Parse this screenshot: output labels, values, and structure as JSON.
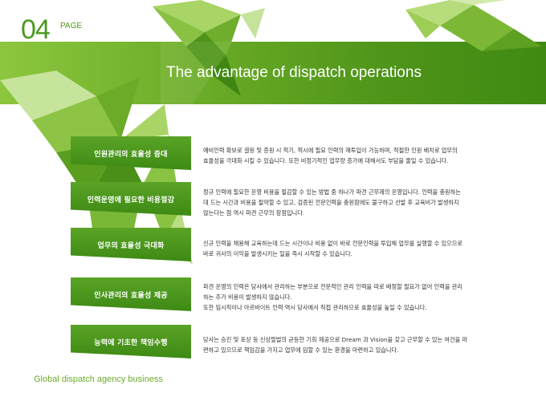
{
  "page_number": "04",
  "page_word": "PAGE",
  "title": "The advantage of dispatch operations",
  "footer": "Global dispatch agency business",
  "colors": {
    "accent": "#4b9a1e",
    "banner": "#5aa326",
    "footer": "#6aad28"
  },
  "rows": [
    {
      "label": "인원관리의 효율성 증대",
      "lines": [
        "예비인력 확보로 결원 및 증원 시 적기, 적시에 필요 인력의 재투입이 가능하며, 적절한 인원 배치로 업무의",
        "효율성을 극대화 시킬 수 있습니다. 또한 비정기적인 업무량 증가에 대해서도 부담을 줄일 수 있습니다."
      ]
    },
    {
      "label": "인력운영에 필요한 비용절감",
      "lines": [
        "정규 인력에 필요한 운영 비용을 절감할 수 있는 방법 중 하나가 파견 근무제의 운영입니다. 인력을 충원하는",
        "데 드는 시간과 비용을 절약할 수 있고, 검증된 전문인력을 충원함에도 불구하고 선발 후 교육비가 발생하지",
        "않는다는 점 역시 파견 근무의 장점입니다."
      ]
    },
    {
      "label": "업무의 효율성 극대화",
      "lines": [
        "신규 인력을 채용해 교육하는데 드는 시간이나 비용 없이 바로 전문인력을 투입해 업무를 실행할 수 있으므로",
        "바로 귀사의 이익을 발생시키는 일을 즉시 시작할 수 있습니다."
      ]
    },
    {
      "label": "인사관리의 효율성 제공",
      "lines": [
        "파견 운영의 인력은 당사에서 관리하는 부분으로 전문적인 관리 인력을 따로 배정할 필요가 없어 인력을 관리",
        "하는 추가 비용이 발생하지 않습니다.",
        "또한 임시직이나 아르바이트 인력 역시 당사에서 직접 관리하므로 효율성을 높일 수 있습니다."
      ]
    },
    {
      "label": "능력에 기초한 책임수행",
      "lines": [
        "당사는 승진 및 포상 등 신상필벌의 균등한 기회 제공으로 Dream 과 Vision을 갖고 근무할 수 있는 여건을 마",
        "련하고 있으므로 책임감을 가지고 업무에 임할 수 있는 환경을 마련하고 있습니다."
      ]
    }
  ]
}
